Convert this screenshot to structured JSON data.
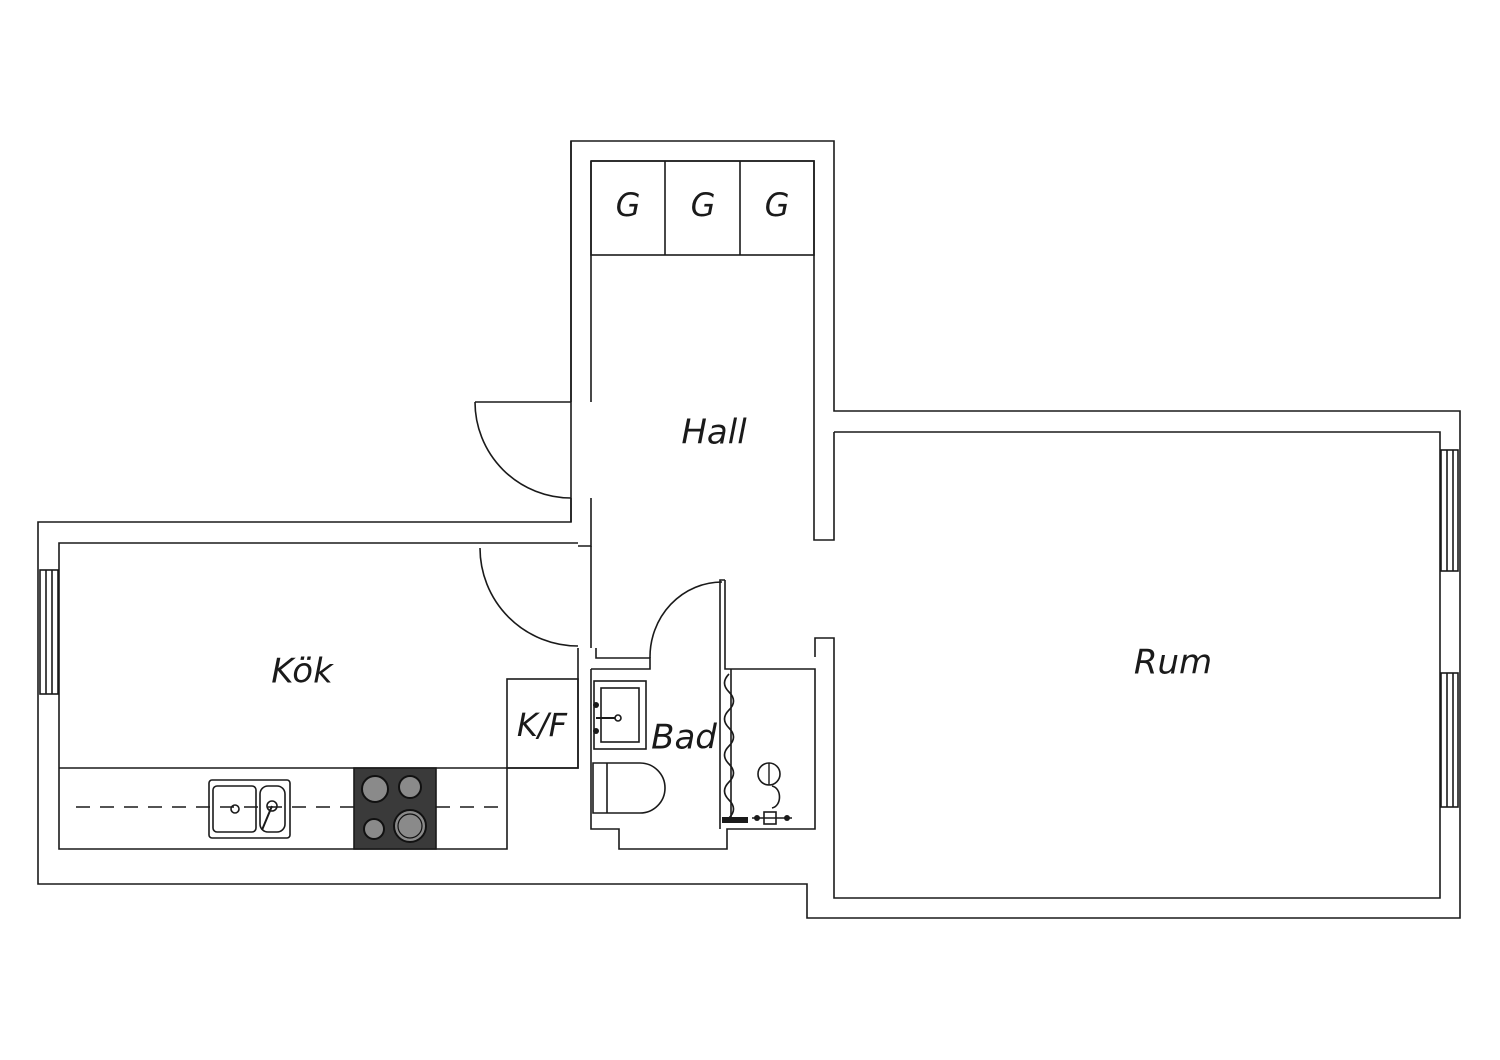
{
  "rooms": {
    "hall": "Hall",
    "kok": "Kök",
    "rum": "Rum",
    "bad": "Bad",
    "kf": "K/F"
  },
  "closets": [
    "G",
    "G",
    "G"
  ],
  "colors": {
    "line": "#1a1a1a",
    "background": "#ffffff",
    "stove": "#3a3a3a",
    "burner": "#8a8a8a"
  }
}
